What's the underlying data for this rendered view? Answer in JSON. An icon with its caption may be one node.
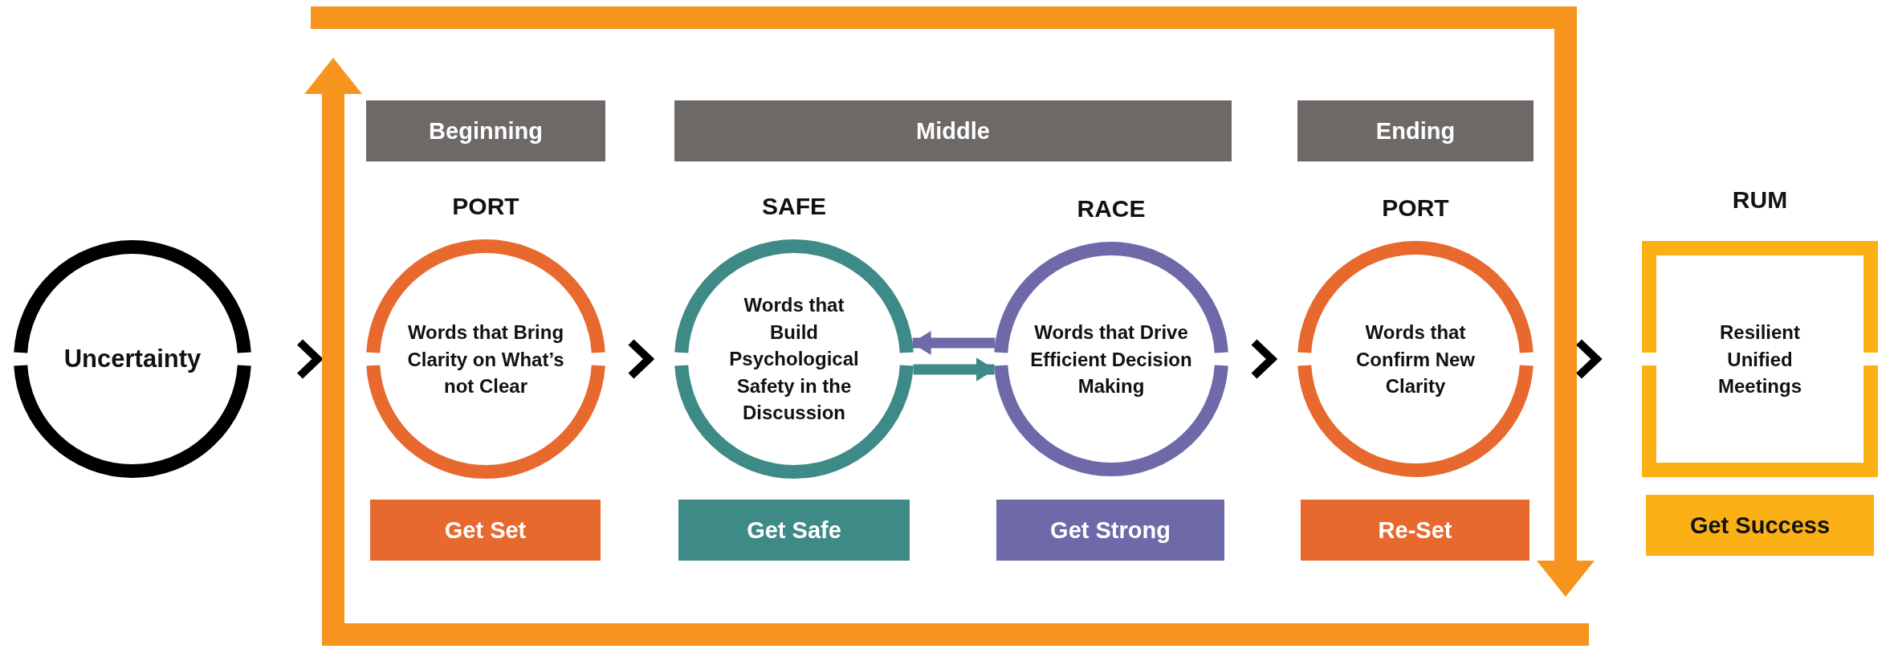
{
  "diagram": {
    "nodes": [
      {
        "text": [
          "Uncertainty"
        ]
      },
      {
        "text": [
          "Beginning"
        ]
      },
      {
        "text": [
          "Middle"
        ]
      },
      {
        "text": [
          "Ending"
        ]
      },
      {
        "text": [
          "PORT",
          "Words that Bring Clarity on What’s not Clear"
        ]
      },
      {
        "text": [
          "SAFE",
          "Words that Build Psychological Safety in the Discussion"
        ]
      },
      {
        "text": [
          "RACE",
          "Words that Drive Efficient Decision Making"
        ]
      },
      {
        "text": [
          "PORT",
          "Words that Confirm New Clarity"
        ]
      },
      {
        "text": [
          "RUM",
          "Resilient Unified Meetings"
        ]
      },
      {
        "text": [
          "Get Set"
        ]
      },
      {
        "text": [
          "Get Safe"
        ]
      },
      {
        "text": [
          "Get Strong"
        ]
      },
      {
        "text": [
          "Re-Set"
        ]
      },
      {
        "text": [
          "Get Success"
        ]
      }
    ],
    "edges": [
      {
        "from": 0,
        "to": 4,
        "arrow": "to"
      },
      {
        "from": 4,
        "to": 5,
        "arrow": "to"
      },
      {
        "from": 6,
        "to": 5,
        "arrow": "to",
        "color": "#6e69a8"
      },
      {
        "from": 5,
        "to": 6,
        "arrow": "to",
        "color": "#3e8a86"
      },
      {
        "from": 6,
        "to": 7,
        "arrow": "to"
      },
      {
        "from": 7,
        "to": 8,
        "arrow": "to"
      },
      {
        "from": 1,
        "to": 12,
        "arrow": "to",
        "style": "thick",
        "color": "#f7941d"
      },
      {
        "from": 12,
        "to": 1,
        "arrow": "to",
        "style": "thick",
        "color": "#f7941d"
      }
    ]
  }
}
